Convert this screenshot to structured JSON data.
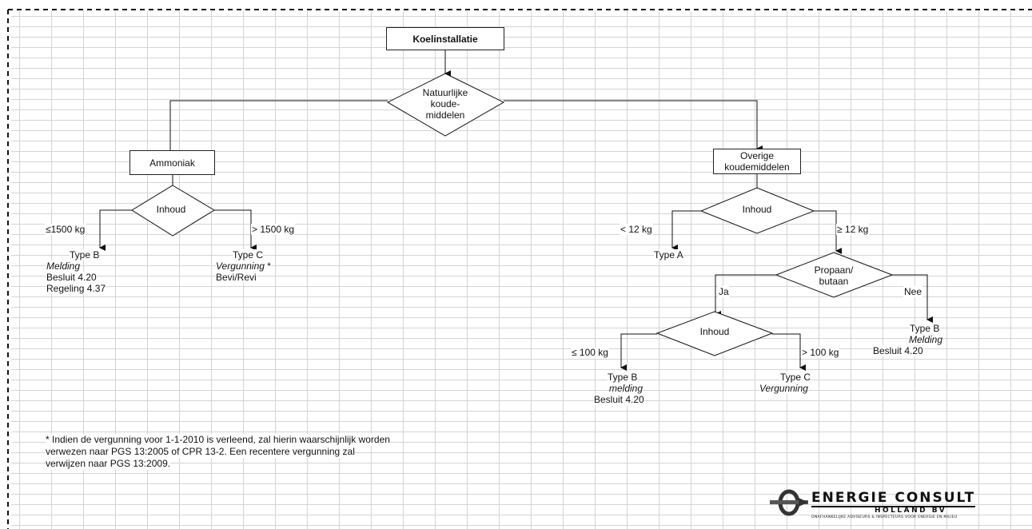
{
  "root": {
    "title": "Koelinstallatie"
  },
  "decision_natural": {
    "text": "Natuurlijke koude- middelen",
    "lines": [
      "Natuurlijke",
      "koude-",
      "middelen"
    ]
  },
  "ammoniak": {
    "box_label": "Ammoniak",
    "decision": "Inhoud",
    "left_label": "≤1500 kg",
    "right_label": "> 1500 kg",
    "left_result": {
      "type": "Type B",
      "status": "Melding",
      "rule1": "Besluit 4.20",
      "rule2": "Regeling 4.37"
    },
    "right_result": {
      "type": "Type C",
      "status": "Vergunning",
      "note_marker": " *",
      "rule1": "Bevi/Revi"
    }
  },
  "overige": {
    "box_lines": [
      "Overige",
      "koudemiddelen"
    ],
    "decision": "Inhoud",
    "left_label": "< 12 kg",
    "right_label": "≥ 12 kg",
    "left_result": {
      "type": "Type A"
    },
    "propaan": {
      "lines": [
        "Propaan/",
        "butaan"
      ],
      "yes_label": "Ja",
      "no_label": "Nee",
      "no_result": {
        "type": "Type B",
        "status": "Melding",
        "rule1": "Besluit 4.20"
      },
      "inhoud": {
        "decision": "Inhoud",
        "left_label": "≤ 100 kg",
        "right_label": "> 100 kg",
        "left_result": {
          "type": "Type B",
          "status": "melding",
          "rule1": "Besluit 4.20"
        },
        "right_result": {
          "type": "Type C",
          "status": "Vergunning"
        }
      }
    }
  },
  "footnote": {
    "lines": [
      "* Indien de vergunning voor 1-1-2010 is verleend, zal hierin waarschijnlijk worden",
      "verwezen naar PGS 13:2005 of CPR 13-2. Een recentere vergunning zal",
      "verwijzen naar PGS 13:2009."
    ]
  },
  "logo": {
    "name": "ENERGIE CONSULT",
    "subtitle": "HOLLAND BV",
    "tagline": "ONAFHANKELIJKE ADVISEURS & INSPECTEURS VOOR ENERGIE EN MILIEU"
  }
}
